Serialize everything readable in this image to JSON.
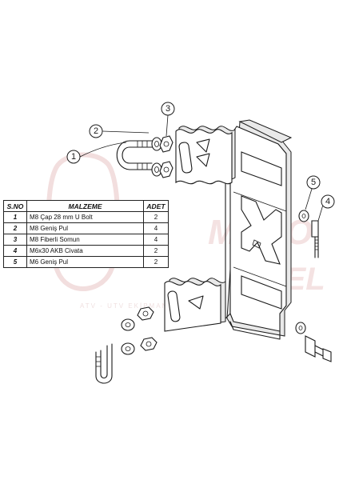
{
  "watermark": {
    "brand_top": "MOTO",
    "brand_bottom": "ÖZEL",
    "tagline": "ATV - UTV EKİPMANLARI"
  },
  "callouts": [
    "1",
    "2",
    "3",
    "4",
    "5"
  ],
  "table": {
    "headers": {
      "no": "S.NO",
      "item": "MALZEME",
      "qty": "ADET"
    },
    "rows": [
      {
        "no": "1",
        "item": "M8 Çap 28 mm U Bolt",
        "qty": "2"
      },
      {
        "no": "2",
        "item": "M8 Geniş Pul",
        "qty": "4"
      },
      {
        "no": "3",
        "item": "M8 Fiberli Somun",
        "qty": "4"
      },
      {
        "no": "4",
        "item": "M6x30 AKB Civata",
        "qty": "2"
      },
      {
        "no": "5",
        "item": "M6 Geniş Pul",
        "qty": "2"
      }
    ]
  }
}
